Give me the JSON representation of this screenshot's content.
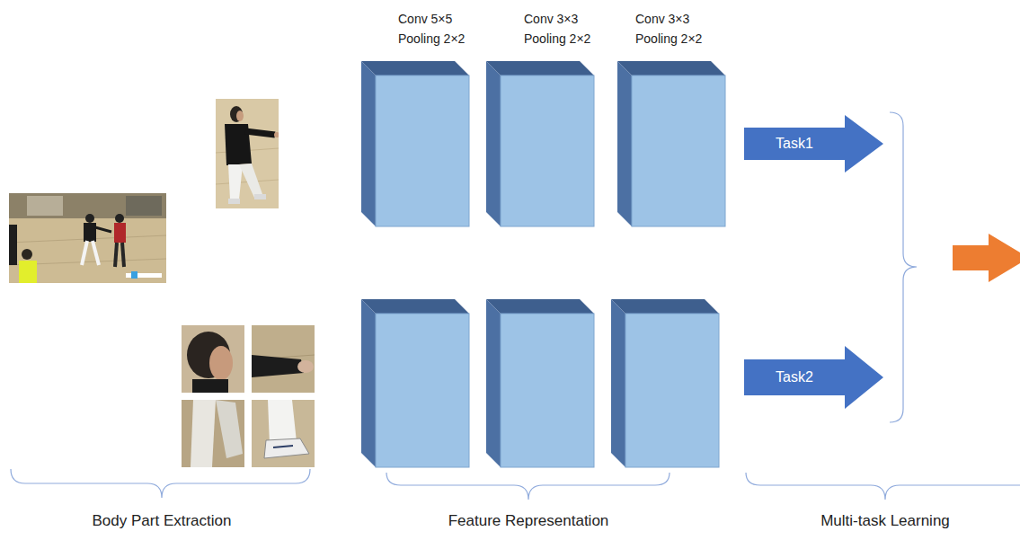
{
  "diagram": {
    "nodes": [
      {
        "text": [
          "Task1"
        ]
      },
      {
        "text": [
          "Task2"
        ]
      }
    ],
    "labels": [
      "Conv 5×5 Pooling 2×2",
      "Conv 3×3 Pooling 2×2",
      "Conv 3×3 Pooling 2×2",
      "Body Part Extraction",
      "Feature Representation",
      "Multi-task Learning"
    ]
  }
}
